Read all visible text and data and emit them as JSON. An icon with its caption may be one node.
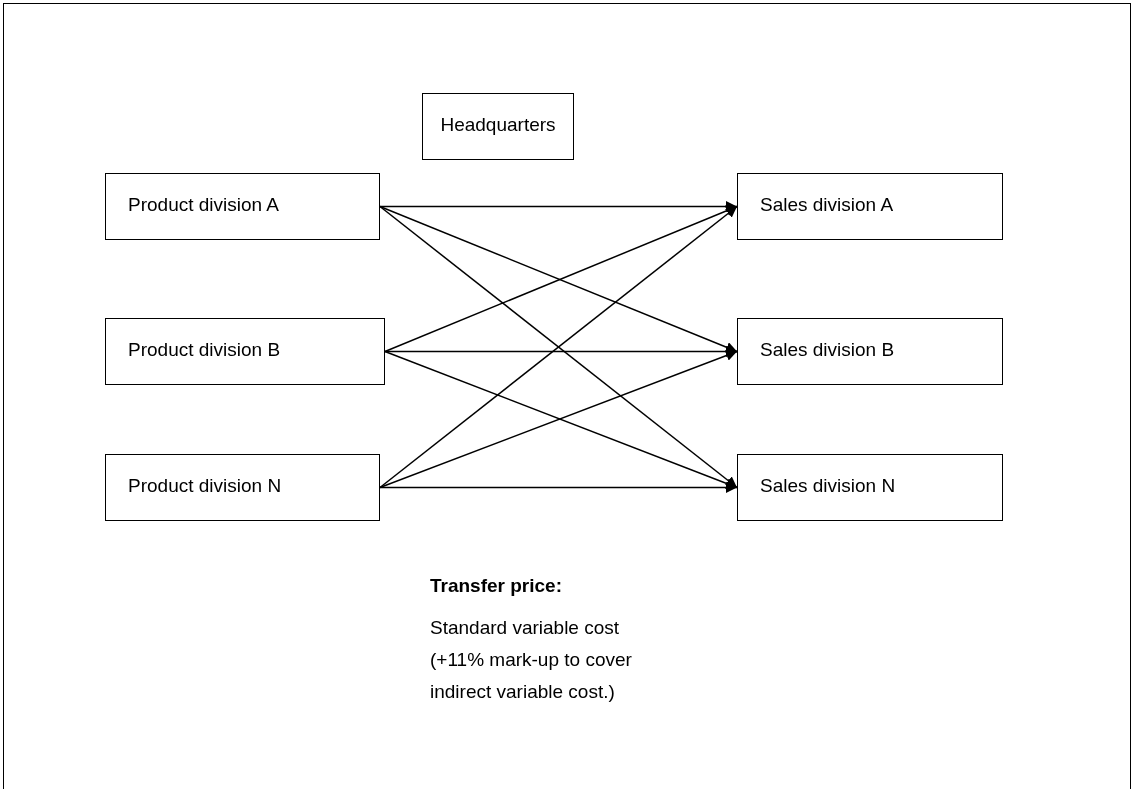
{
  "diagram": {
    "nodes": [
      {
        "text": [
          "Headquarters"
        ]
      },
      {
        "text": [
          "Product division A"
        ]
      },
      {
        "text": [
          "Product division B"
        ]
      },
      {
        "text": [
          "Product division N"
        ]
      },
      {
        "text": [
          "Sales division A"
        ]
      },
      {
        "text": [
          "Sales division B"
        ]
      },
      {
        "text": [
          "Sales division N"
        ]
      }
    ],
    "edges": [
      {
        "from": 1,
        "to": 4,
        "arrow": "to"
      },
      {
        "from": 1,
        "to": 5,
        "arrow": "to"
      },
      {
        "from": 1,
        "to": 6,
        "arrow": "to"
      },
      {
        "from": 2,
        "to": 4,
        "arrow": "to"
      },
      {
        "from": 2,
        "to": 5,
        "arrow": "to"
      },
      {
        "from": 2,
        "to": 6,
        "arrow": "to"
      },
      {
        "from": 3,
        "to": 4,
        "arrow": "to"
      },
      {
        "from": 3,
        "to": 5,
        "arrow": "to"
      },
      {
        "from": 3,
        "to": 6,
        "arrow": "to"
      }
    ],
    "labels": [
      "Transfer price:",
      "Standard variable cost (+11% mark-up to cover indirect variable cost.)"
    ]
  }
}
